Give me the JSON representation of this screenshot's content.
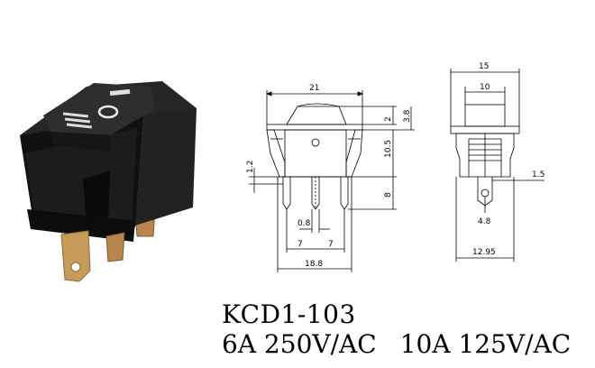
{
  "product": {
    "model": "KCD1-103",
    "rating_low_current": "6A 250V/AC",
    "rating_high_current": "10A 125V/AC"
  },
  "front_view_dimensions": {
    "overall_width": "21",
    "rocker_height": "2",
    "cap_height": "3.8",
    "body_height": "10.5",
    "terminal_length": "8",
    "clip_offset": "1.2",
    "terminal_width": "0.8",
    "pitch_left": "7",
    "pitch_right": "7",
    "base_width": "18.8"
  },
  "side_view_dimensions": {
    "overall_width": "15",
    "rocker_width": "10",
    "terminal_thickness": "1.5",
    "hole_diameter": "4.8",
    "body_width": "12.95"
  },
  "colors": {
    "line": "#000000",
    "switch_body": "#1a1a1a",
    "terminal": "#c89a5a"
  }
}
